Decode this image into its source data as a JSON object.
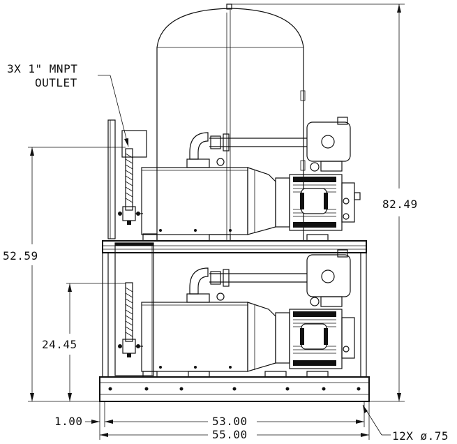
{
  "drawing": {
    "callout_outlet_line1": "3X 1\" MNPT",
    "callout_outlet_line2": "OUTLET",
    "dim_overall_height": "82.49",
    "dim_upper_outlet_height": "52.59",
    "dim_lower_outlet_height": "24.45",
    "dim_offset": "1.00",
    "dim_inner_width": "53.00",
    "dim_overall_width": "55.00",
    "callout_holes": "12X ø.75"
  }
}
